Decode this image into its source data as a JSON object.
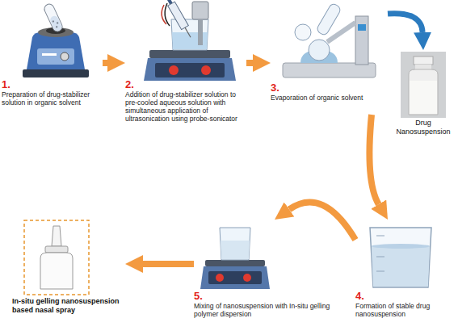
{
  "diagram": {
    "nodes": [
      {
        "text": [
          "1.",
          "Preparation of drug-stabilizer solution in organic solvent"
        ]
      },
      {
        "text": [
          "2.",
          "Addition of drug-stabilizer solution to pre-cooled aqueous solution with simultaneous application of ultrasonication using probe-sonicator"
        ]
      },
      {
        "text": [
          "3.",
          "Evaporation of organic solvent"
        ]
      },
      {
        "text": [
          "Drug Nanosuspension"
        ]
      },
      {
        "text": [
          "4.",
          "Formation of stable drug nanosuspension"
        ]
      },
      {
        "text": [
          "5.",
          "Mixing of nanosuspension with In-situ gelling polymer dispersion"
        ]
      },
      {
        "text": [
          "In-situ gelling nanosuspension based nasal spray"
        ]
      }
    ],
    "edges": [
      {
        "from": 0,
        "to": 1,
        "arrow": "to"
      },
      {
        "from": 1,
        "to": 2,
        "arrow": "to"
      },
      {
        "from": 2,
        "to": 3,
        "arrow": "to"
      },
      {
        "from": 2,
        "to": 4,
        "arrow": "to"
      },
      {
        "from": 4,
        "to": 5,
        "arrow": "to"
      },
      {
        "from": 5,
        "to": 6,
        "arrow": "to"
      }
    ]
  }
}
